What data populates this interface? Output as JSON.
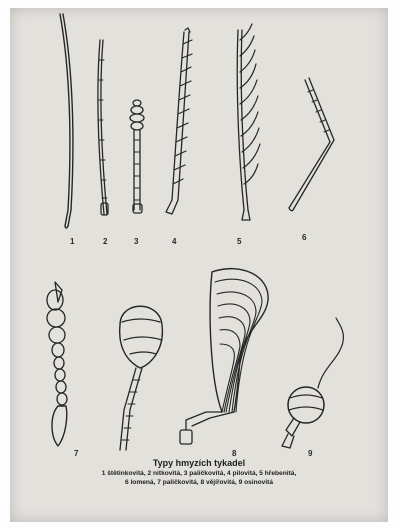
{
  "figure": {
    "labels": [
      "1",
      "2",
      "3",
      "4",
      "5",
      "6",
      "7",
      "8",
      "9"
    ]
  },
  "caption": {
    "title": "Typy hmyzích tykadel",
    "line1": "1 štětinkovitá, 2 nitkovitá, 3 paličkovitá, 4 pilovitá, 5 hřebenitá,",
    "line2": "6 lomená, 7 paličkovitá, 8 vějířovitá, 9 osinovitá"
  }
}
